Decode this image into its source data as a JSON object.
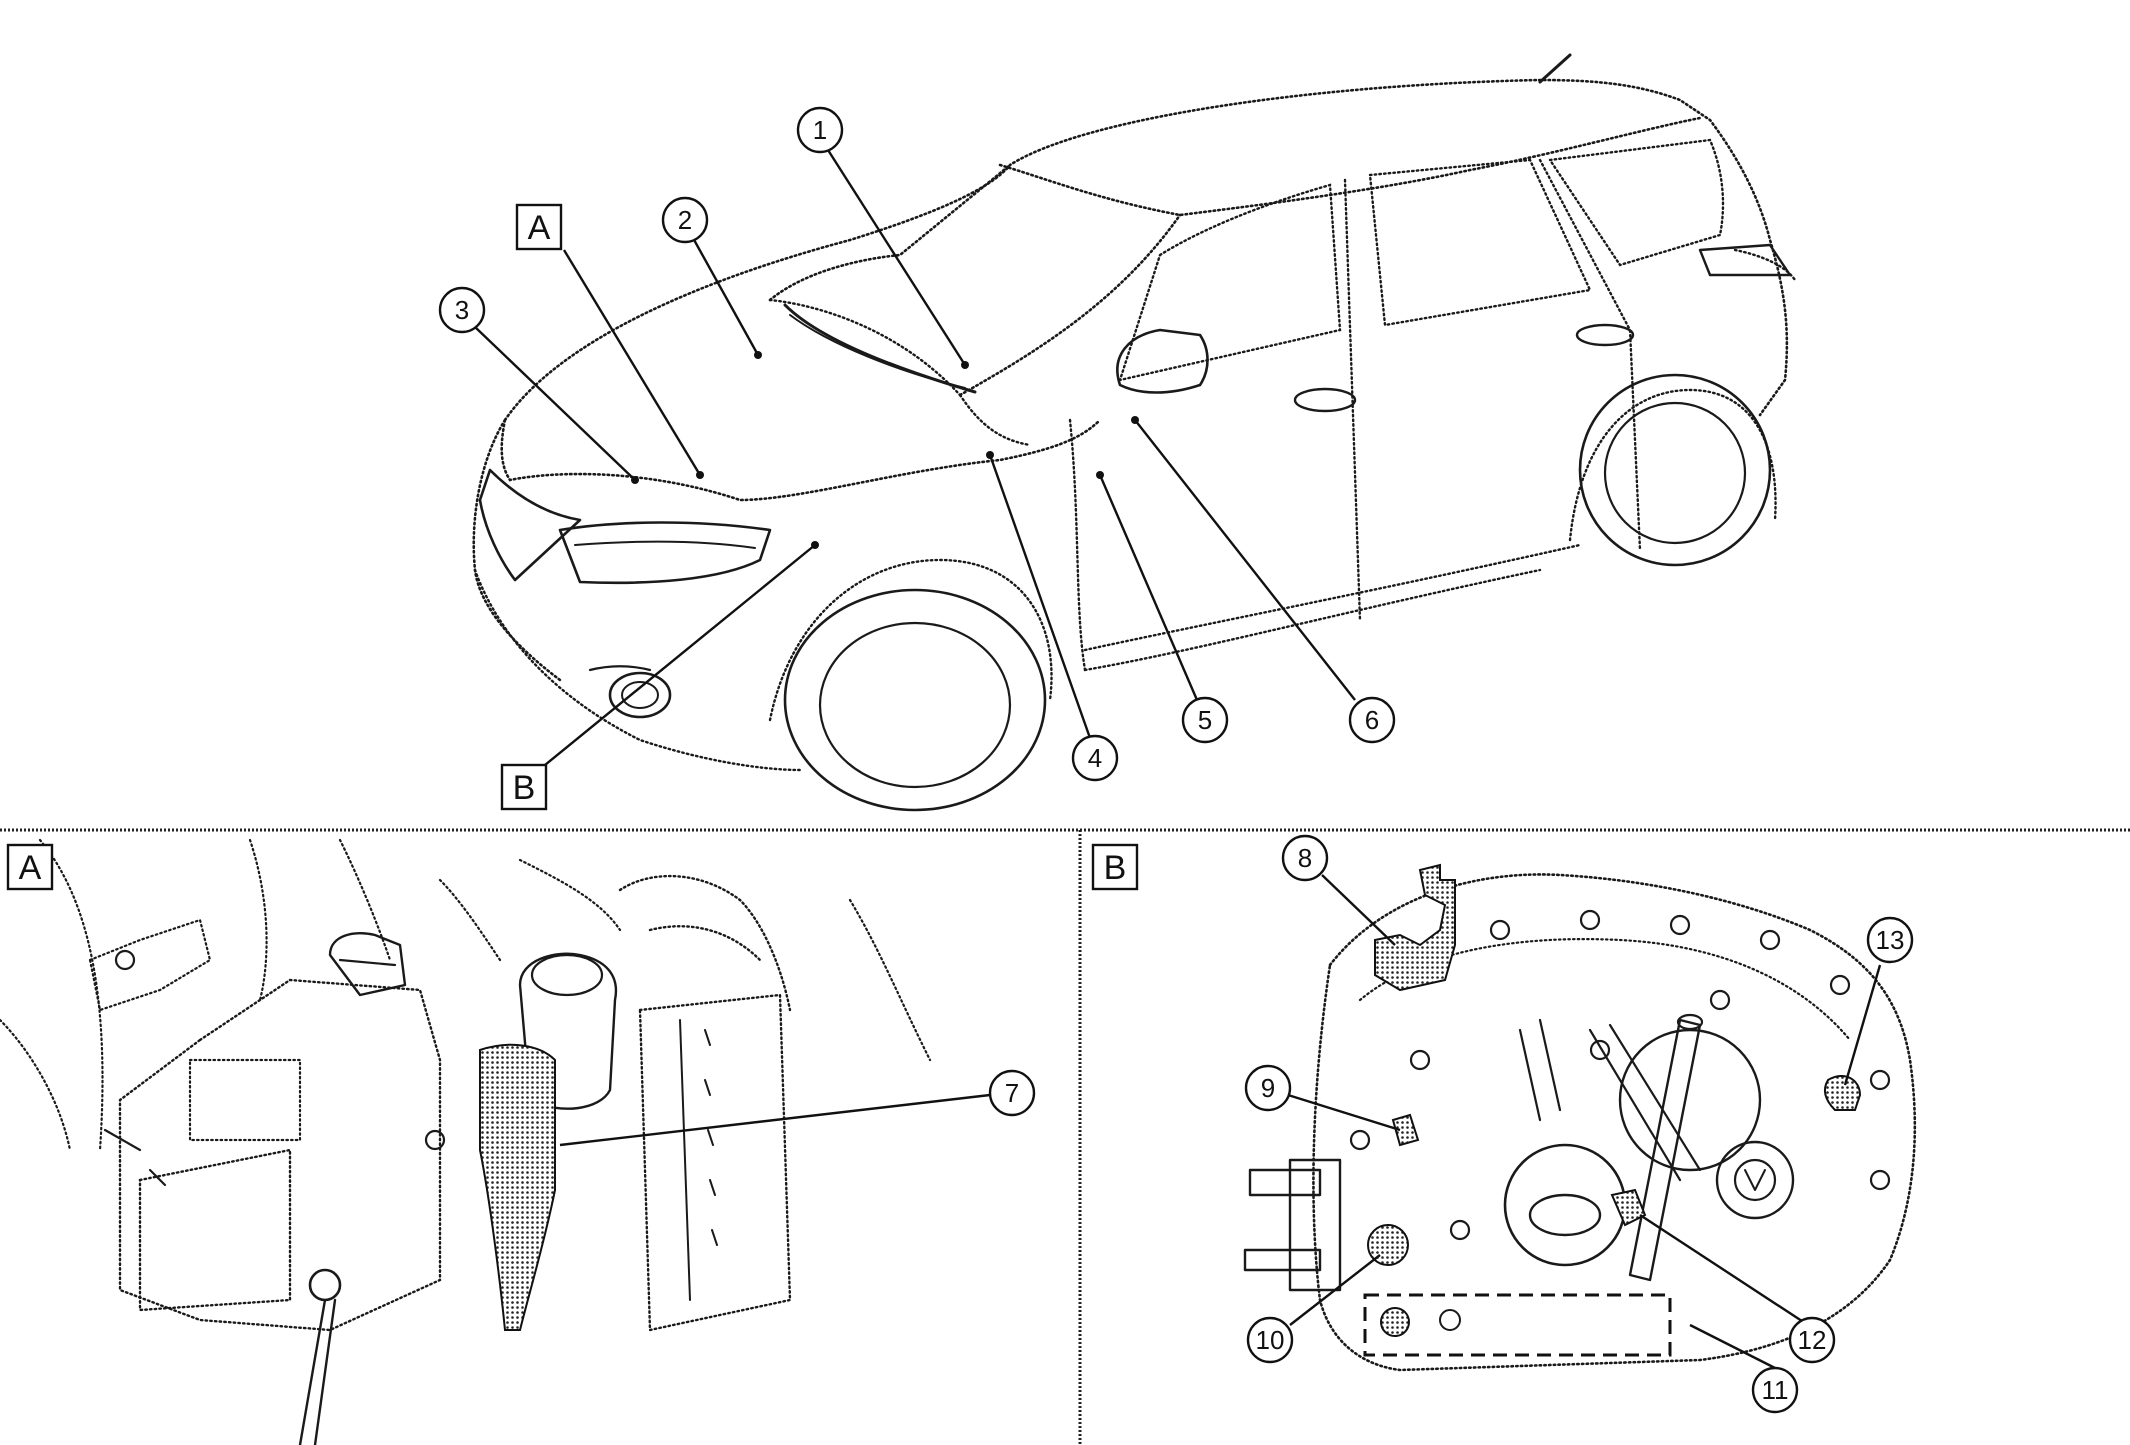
{
  "labels": {
    "view_a_marker": "A",
    "view_b_marker": "B",
    "panel_a_label": "A",
    "panel_b_label": "B"
  },
  "callouts": [
    "1",
    "2",
    "3",
    "4",
    "5",
    "6",
    "7",
    "8",
    "9",
    "10",
    "11",
    "12",
    "13"
  ]
}
